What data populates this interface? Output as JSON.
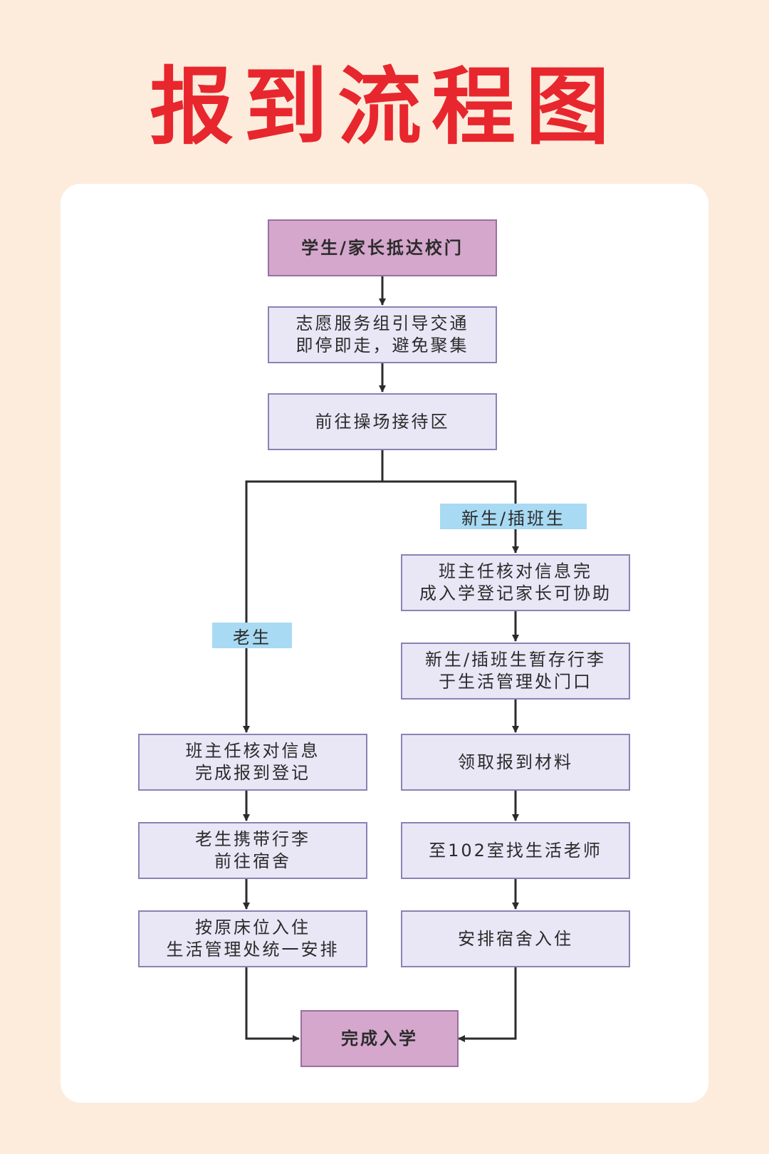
{
  "title": "报到流程图",
  "colors": {
    "title": "#e8262d",
    "background": "#fdecdc",
    "box_fill": "#e9e6f6",
    "terminal_fill": "#d5a7cd",
    "branch_tag_fill": "#a8daf3",
    "connector": "#2b2b2b"
  },
  "nodes": {
    "start": [
      "学生/家长抵达校门"
    ],
    "guide": [
      "志愿服务组引导交通",
      "即停即走，避免聚集"
    ],
    "reception": [
      "前往操场接待区"
    ],
    "old_register": [
      "班主任核对信息",
      "完成报到登记"
    ],
    "old_luggage": [
      "老生携带行李",
      "前往宿舍"
    ],
    "old_bed": [
      "按原床位入住",
      "生活管理处统一安排"
    ],
    "new_register": [
      "班主任核对信息完",
      "成入学登记家长可协助"
    ],
    "new_store": [
      "新生/插班生暂存行李",
      "于生活管理处门口"
    ],
    "new_materials": [
      "领取报到材料"
    ],
    "new_teacher": [
      "至102室找生活老师"
    ],
    "new_dorm": [
      "安排宿舍入住"
    ],
    "finish": [
      "完成入学"
    ]
  },
  "branches": {
    "old": "老生",
    "new": "新生/插班生"
  }
}
